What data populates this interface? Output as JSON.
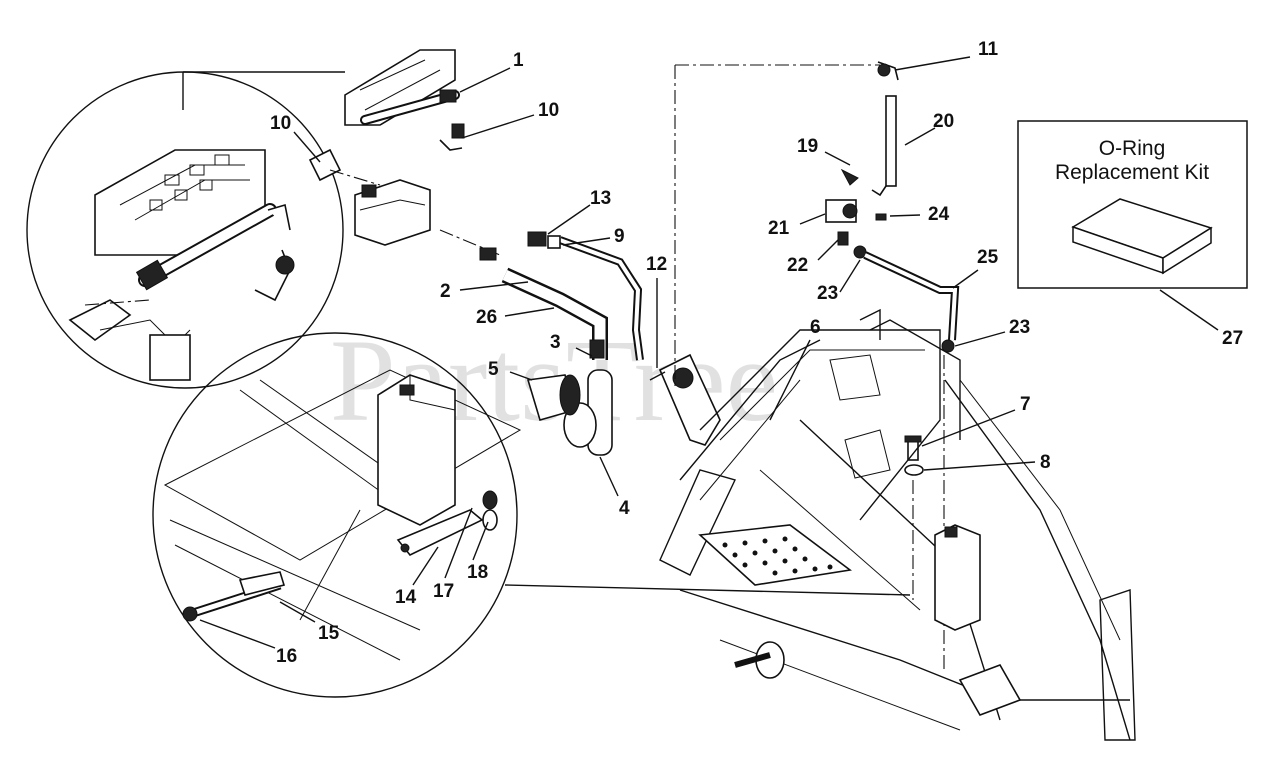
{
  "watermark": "PartsTree",
  "kit_box": {
    "title_line1": "O-Ring",
    "title_line2": "Replacement Kit",
    "callout": "27"
  },
  "callouts": [
    {
      "id": "c1",
      "label": "1"
    },
    {
      "id": "c10a",
      "label": "10"
    },
    {
      "id": "c10b",
      "label": "10"
    },
    {
      "id": "c13",
      "label": "13"
    },
    {
      "id": "c9",
      "label": "9"
    },
    {
      "id": "c12",
      "label": "12"
    },
    {
      "id": "c2",
      "label": "2"
    },
    {
      "id": "c26",
      "label": "26"
    },
    {
      "id": "c3",
      "label": "3"
    },
    {
      "id": "c5",
      "label": "5"
    },
    {
      "id": "c4",
      "label": "4"
    },
    {
      "id": "c6",
      "label": "6"
    },
    {
      "id": "c11",
      "label": "11"
    },
    {
      "id": "c19",
      "label": "19"
    },
    {
      "id": "c20",
      "label": "20"
    },
    {
      "id": "c21",
      "label": "21"
    },
    {
      "id": "c24",
      "label": "24"
    },
    {
      "id": "c22",
      "label": "22"
    },
    {
      "id": "c23a",
      "label": "23"
    },
    {
      "id": "c25",
      "label": "25"
    },
    {
      "id": "c23b",
      "label": "23"
    },
    {
      "id": "c7",
      "label": "7"
    },
    {
      "id": "c8",
      "label": "8"
    },
    {
      "id": "c14",
      "label": "14"
    },
    {
      "id": "c17",
      "label": "17"
    },
    {
      "id": "c18",
      "label": "18"
    },
    {
      "id": "c15",
      "label": "15"
    },
    {
      "id": "c16",
      "label": "16"
    }
  ]
}
